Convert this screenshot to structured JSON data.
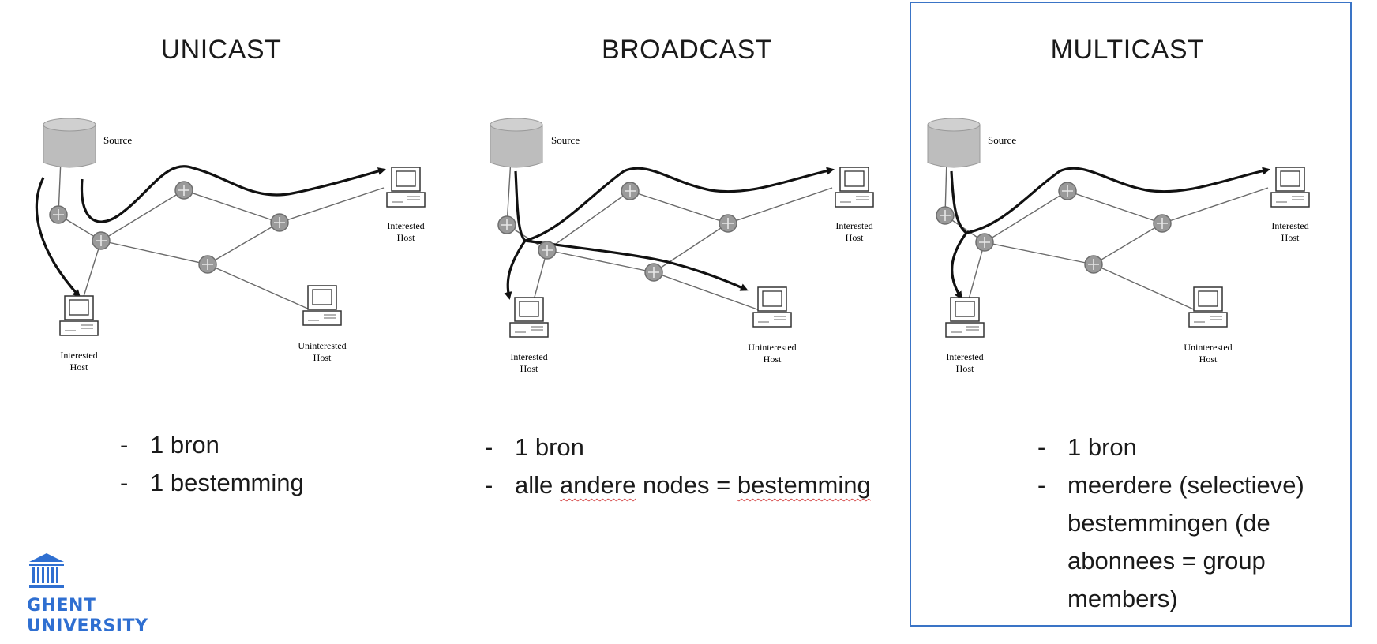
{
  "panels": [
    {
      "id": "unicast",
      "title": "UNICAST",
      "labels": {
        "source": "Source",
        "interested_host_a": "Interested Host",
        "interested_host_b": "Interested Host",
        "uninterested_host": "Uninterested Host"
      },
      "bullets": [
        "1 bron",
        "1 bestemming"
      ]
    },
    {
      "id": "broadcast",
      "title": "BROADCAST",
      "labels": {
        "source": "Source",
        "interested_host_a": "Interested Host",
        "interested_host_b": "Interested Host",
        "uninterested_host": "Uninterested Host"
      },
      "bullets": [
        "1 bron",
        "alle andere nodes = bestemming"
      ],
      "bullet_2_parts": [
        "alle",
        "andere",
        "nodes =",
        "bestemming"
      ]
    },
    {
      "id": "multicast",
      "title": "MULTICAST",
      "labels": {
        "source": "Source",
        "interested_host_a": "Interested Host",
        "interested_host_b": "Interested Host",
        "uninterested_host": "Uninterested Host"
      },
      "bullets": [
        "1 bron",
        "meerdere (selectieve) bestemmingen (de abonnees = group members)"
      ],
      "highlighted": true
    }
  ],
  "logo": {
    "line1": "GHENT",
    "line2": "UNIVERSITY",
    "icon": "university-building-icon"
  },
  "colors": {
    "highlight_border": "#3a74c6",
    "logo_blue": "#2f6fd1",
    "spellcheck_underline": "#d64a4a"
  }
}
